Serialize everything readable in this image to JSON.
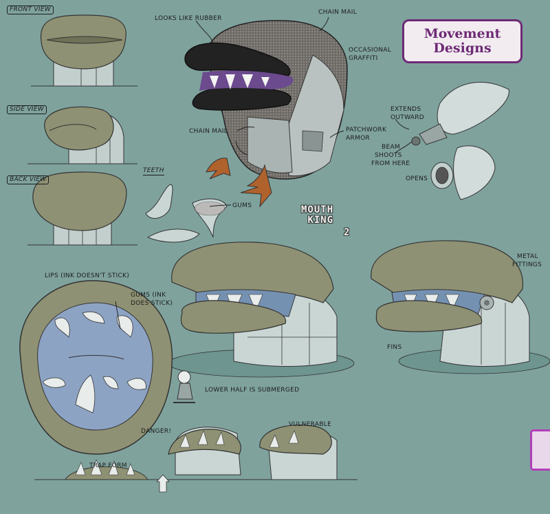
{
  "title": "Movement Designs",
  "logo_text": {
    "line1": "MOUTH",
    "line2": "KING",
    "number": "2"
  },
  "views": {
    "front": "FRONT VIEW",
    "side": "SIDE VIEW",
    "back": "BACK VIEW",
    "teeth": "TEETH"
  },
  "callouts": {
    "looks_like_rubber": "LOOKS LIKE RUBBER",
    "chain_mail_top": "CHAIN MAIL",
    "occasional_graffiti_1": "OCCASIONAL",
    "occasional_graffiti_2": "GRAFFITI",
    "chain_mail_left": "CHAIN MAIL",
    "patchwork_armor_1": "PATCHWORK",
    "patchwork_armor_2": "ARMOR",
    "extends_outward_1": "EXTENDS",
    "extends_outward_2": "OUTWARD",
    "beam_1": "BEAM",
    "beam_2": "SHOOTS",
    "beam_3": "FROM HERE",
    "opens": "OPENS",
    "gums": "GUMS",
    "metal_fittings_1": "METAL",
    "metal_fittings_2": "FITTINGS",
    "fins": "FINS",
    "lips": "LIPS (INK DOESN'T STICK)",
    "gums_ink_1": "GUMS (INK",
    "gums_ink_2": "DOES STICK)",
    "submerged": "LOWER HALF IS SUBMERGED",
    "danger": "DANGER!",
    "vulnerable": "VULNERABLE",
    "trap_form": "TRAP FORM"
  },
  "colors": {
    "background": "#7fa29d",
    "lips": "#8e9173",
    "metal": "#c9d6d4",
    "title_purple": "#6e2a75",
    "ink": "#1c1c1c",
    "gum_blue": "#8da3c4",
    "accent_magenta": "#b23fb8"
  }
}
